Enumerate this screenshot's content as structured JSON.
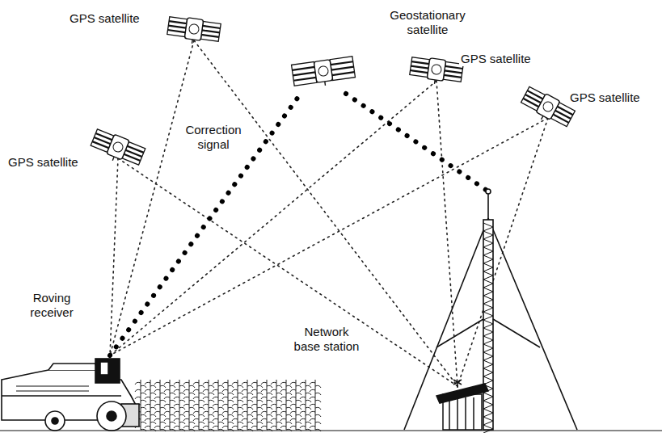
{
  "diagram": {
    "labels": [
      "GPS satellite",
      "Geostationary satellite",
      "GPS satellite",
      "GPS satellite",
      "GPS satellite",
      "Correction signal",
      "Roving receiver",
      "Network base station"
    ]
  }
}
